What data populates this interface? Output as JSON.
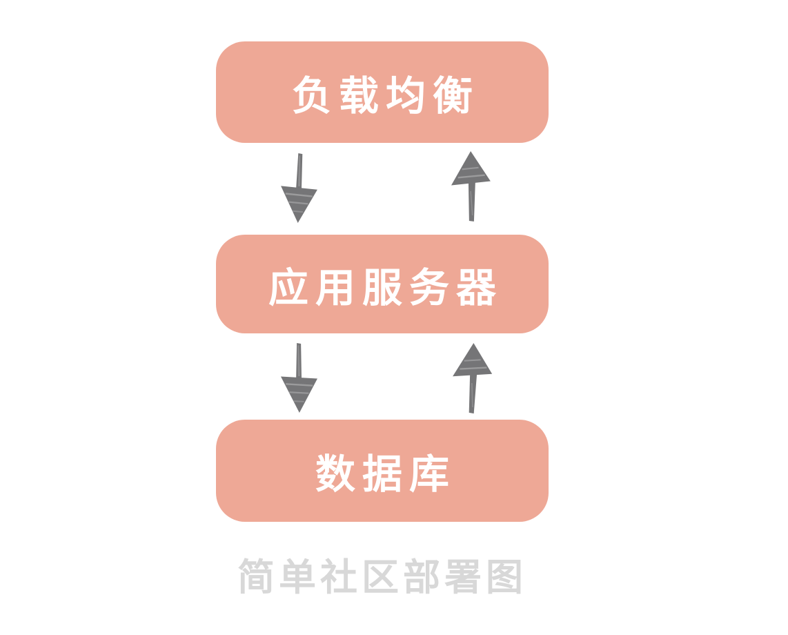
{
  "diagram": {
    "title_caption": "简单社区部署图",
    "nodes": [
      {
        "id": "load-balancer",
        "label": "负载均衡"
      },
      {
        "id": "app-server",
        "label": "应用服务器"
      },
      {
        "id": "database",
        "label": "数据库"
      }
    ],
    "edges": [
      {
        "from": "load-balancer",
        "to": "app-server",
        "direction": "down"
      },
      {
        "from": "app-server",
        "to": "load-balancer",
        "direction": "up"
      },
      {
        "from": "app-server",
        "to": "database",
        "direction": "down"
      },
      {
        "from": "database",
        "to": "app-server",
        "direction": "up"
      }
    ],
    "colors": {
      "background": "#ffffff",
      "node_fill": "#eea896",
      "node_text": "#ffffff",
      "arrow": "#757577",
      "caption_text": "#d8d8d8"
    }
  }
}
